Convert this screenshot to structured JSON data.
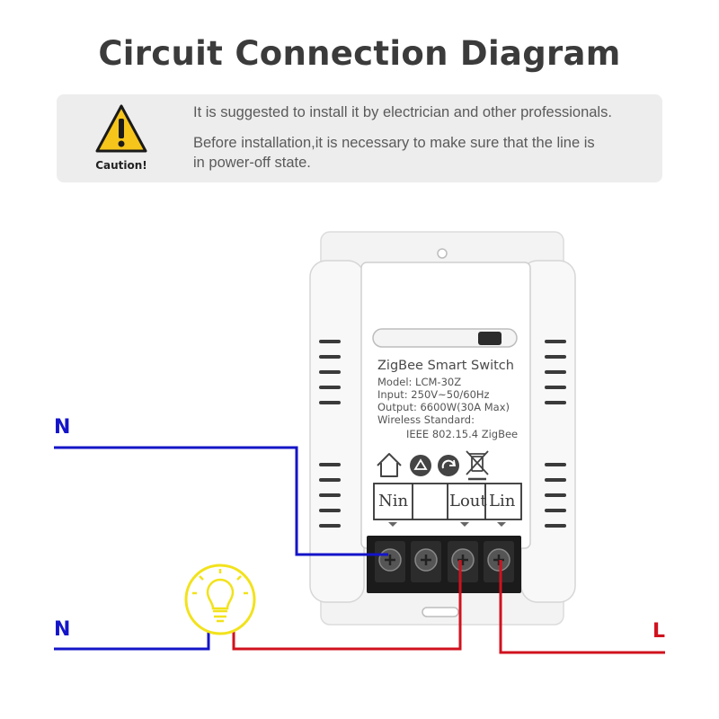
{
  "title": "Circuit Connection Diagram",
  "caution": {
    "label": "Caution!",
    "line1": "It is suggested to install it by electrician and other professionals.",
    "line2": "Before installation,it is necessary to make sure that the line is in power-off state."
  },
  "device": {
    "name": "ZigBee Smart Switch",
    "model": "Model: LCM-30Z",
    "input": "Input: 250V~50/60Hz",
    "output": "Output: 6600W(30A Max)",
    "wireless_label": "Wireless Standard:",
    "wireless_value": "IEEE 802.15.4  ZigBee",
    "terminals": [
      "Nin",
      "Lout",
      "Lin"
    ]
  },
  "wires": {
    "n_top": "N",
    "n_bottom": "N",
    "l": "L"
  },
  "colors": {
    "neutral": "#1414c8",
    "live": "#d0121e",
    "bulb": "#f2e21b",
    "caution": "#f6c51b"
  },
  "icons": [
    "warning-triangle-icon",
    "house-icon",
    "recycle-icon",
    "refresh-icon",
    "crossed-bin-icon",
    "light-bulb-icon"
  ]
}
